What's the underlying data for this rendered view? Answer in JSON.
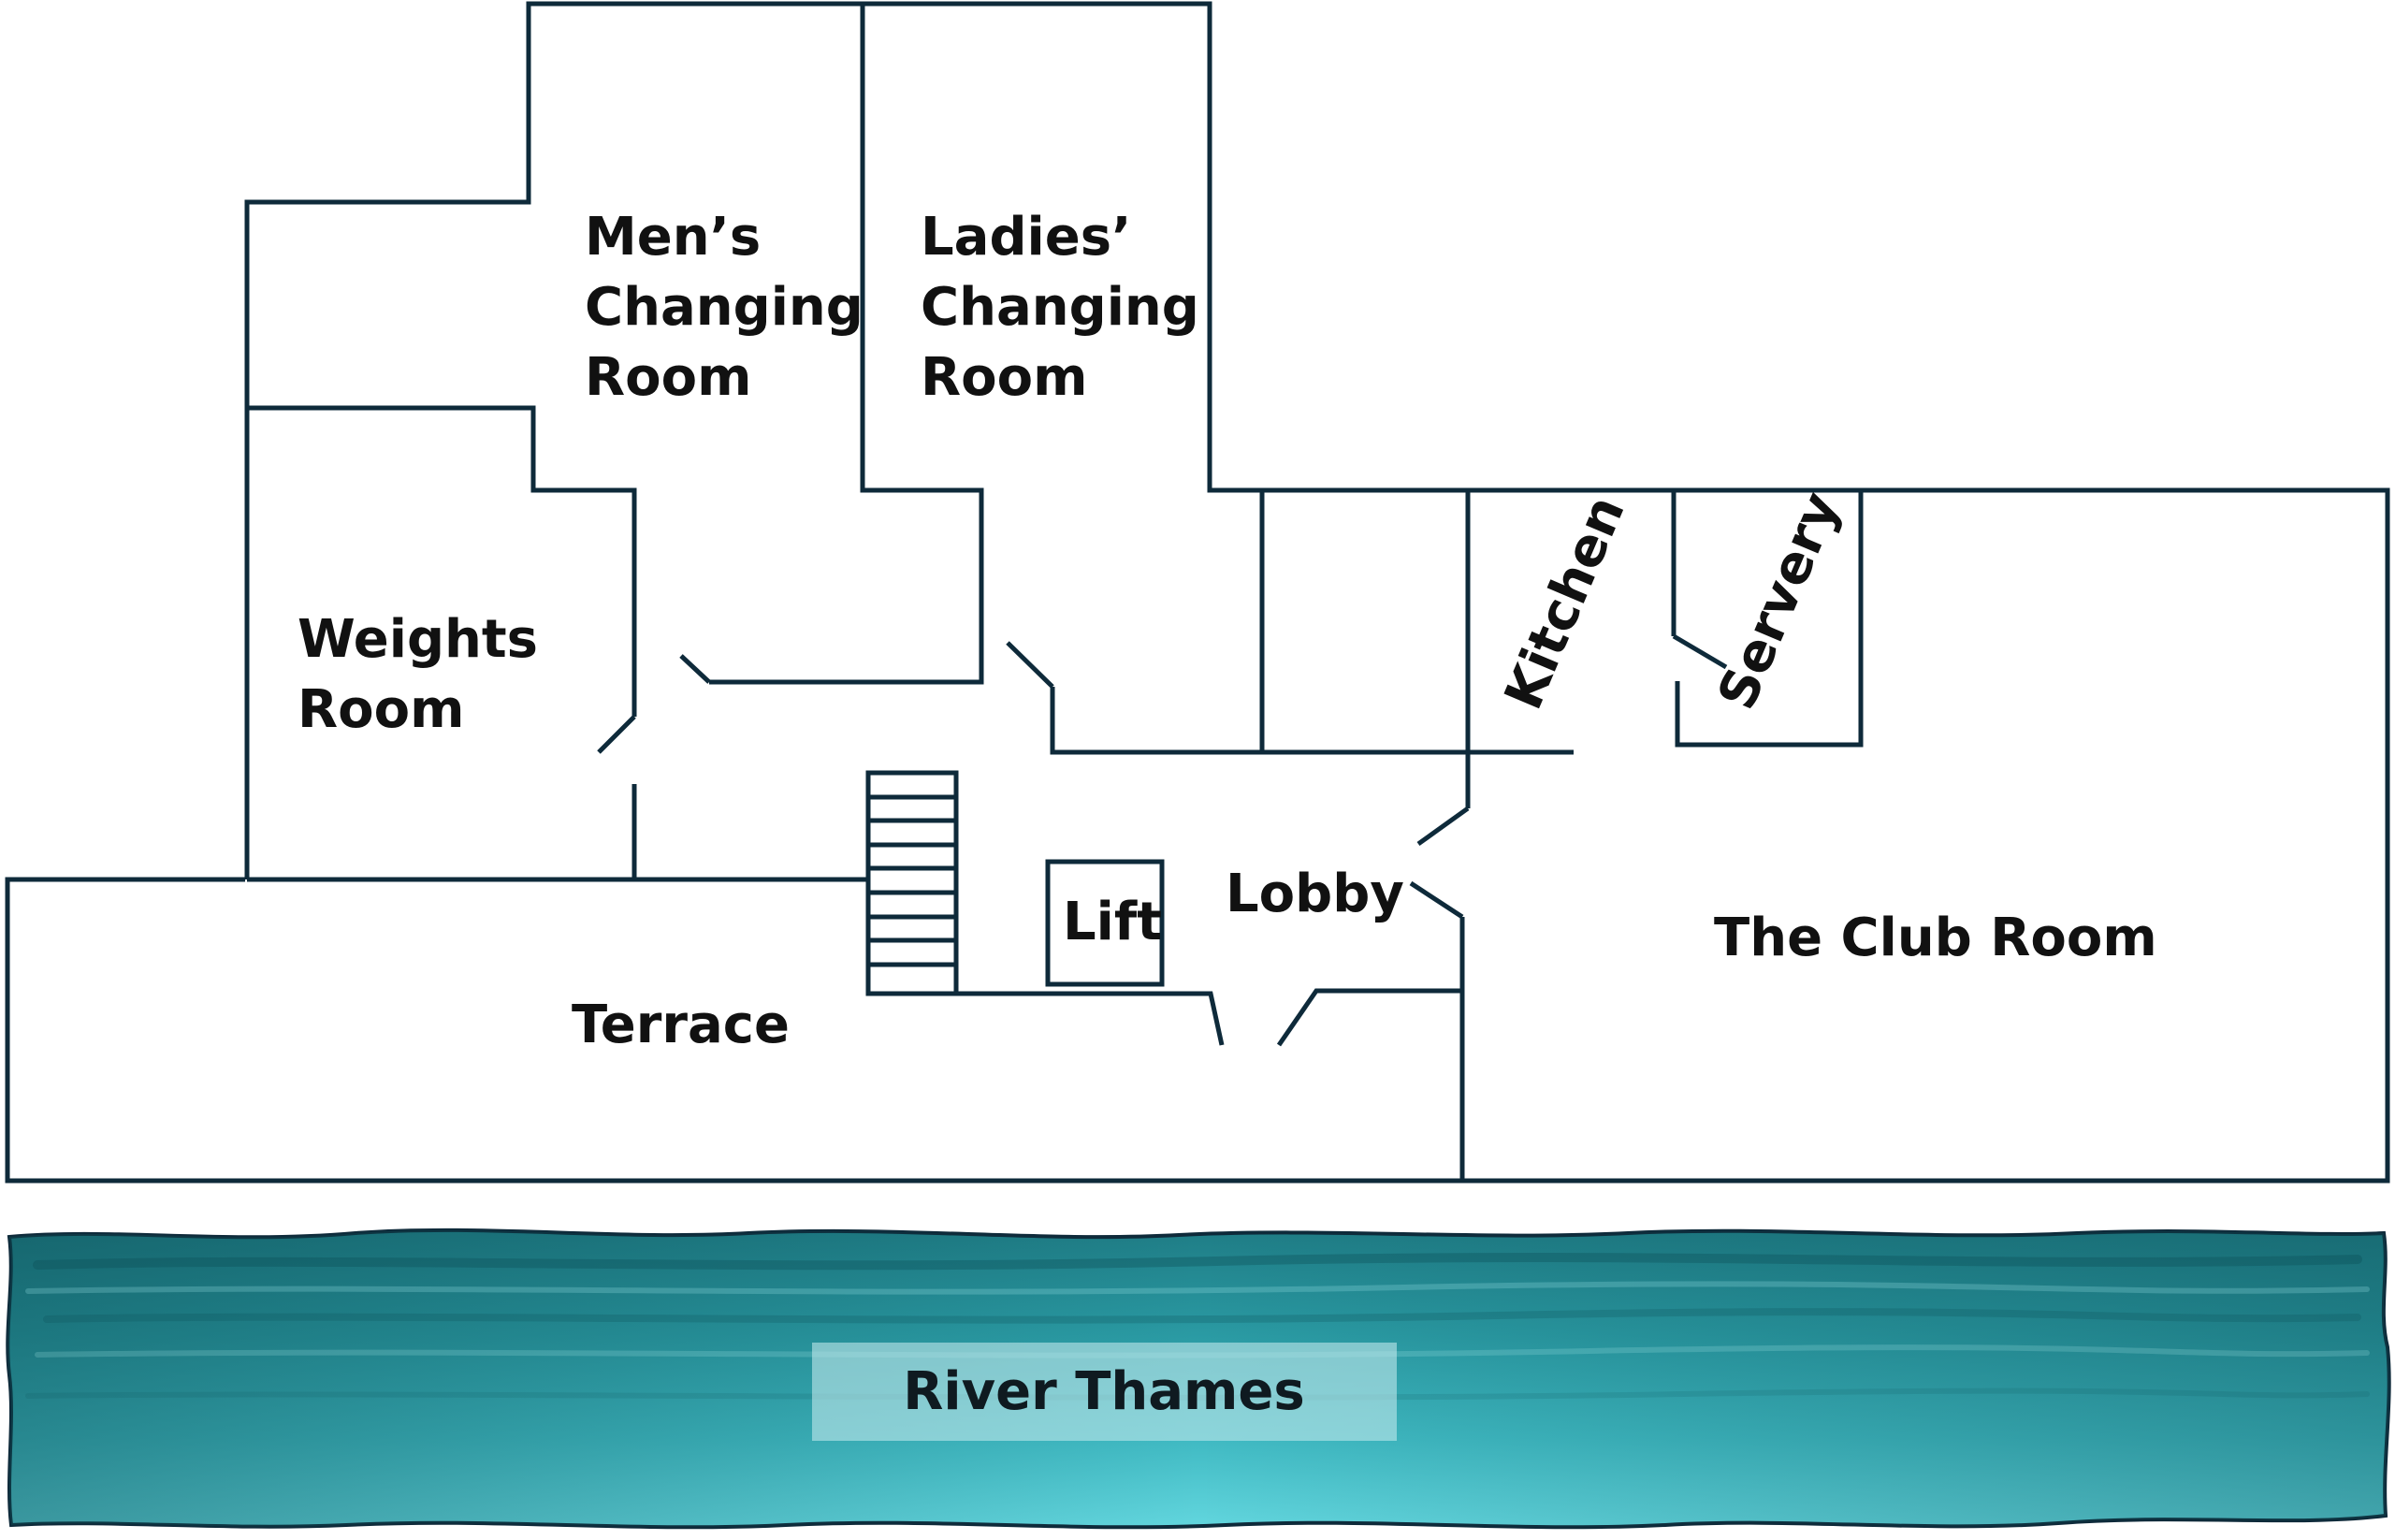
{
  "floorplan": {
    "rooms": {
      "mens_changing": [
        "Men’s",
        "Changing",
        "Room"
      ],
      "ladies_changing": [
        "Ladies’",
        "Changing",
        "Room"
      ],
      "weights_room": [
        "Weights",
        "Room"
      ],
      "kitchen": "Kitchen",
      "servery": "Servery",
      "lift": "Lift",
      "lobby": "Lobby",
      "club_room": "The Club Room",
      "terrace": "Terrace"
    },
    "river": {
      "label": "River Thames"
    }
  },
  "colors": {
    "wall": "#0e2a3a",
    "river_dark": "#1d7f88",
    "river_light": "#5fd3db",
    "river_label_box": "#a8dde1"
  }
}
